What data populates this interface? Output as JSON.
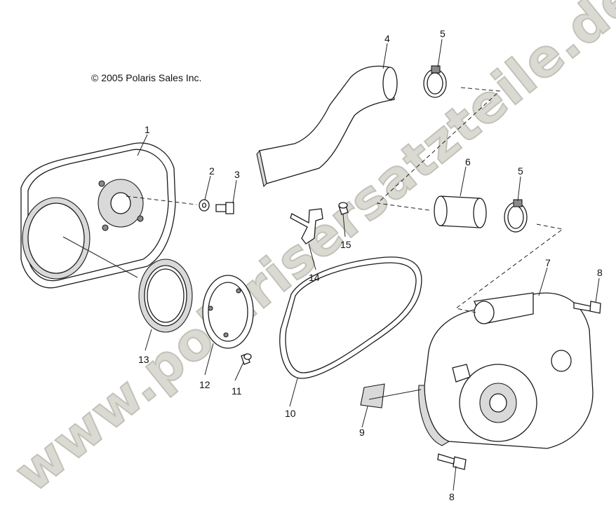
{
  "copyright": "© 2005 Polaris Sales Inc.",
  "watermark": "www.polarisersatzteile.de",
  "callouts": {
    "c1": "1",
    "c2": "2",
    "c3": "3",
    "c4": "4",
    "c5a": "5",
    "c5b": "5",
    "c6": "6",
    "c7": "7",
    "c8a": "8",
    "c8b": "8",
    "c9": "9",
    "c10": "10",
    "c11": "11",
    "c12": "12",
    "c13": "13",
    "c14": "14",
    "c15": "15"
  }
}
